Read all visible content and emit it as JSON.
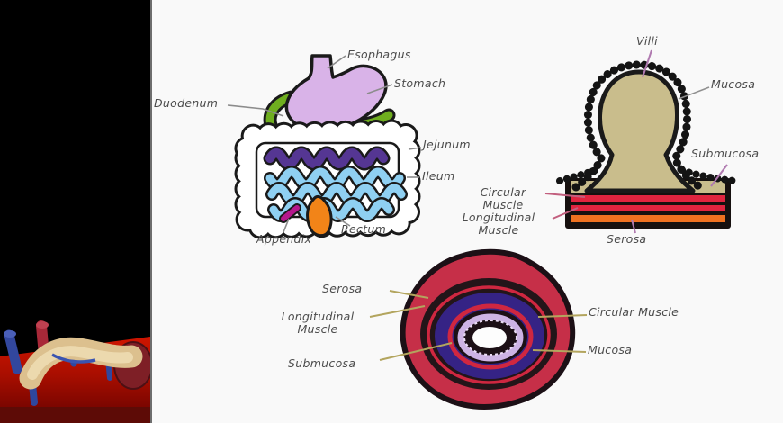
{
  "slide": {
    "background_color": "#f9f9f9",
    "gi_tract": {
      "labels": {
        "esophagus": "Esophagus",
        "stomach": "Stomach",
        "duodenum": "Duodenum",
        "jejunum": "Jejunum",
        "ileum": "Ileum",
        "appendix": "Appendix",
        "rectum": "Rectum"
      },
      "colors": {
        "stomach": "#d9b3e8",
        "duodenum": "#6fae1f",
        "jejunum": "#553693",
        "ileum": "#8fd0f2",
        "appendix": "#b5178c",
        "rectum": "#f28418",
        "colon_outline": "#1a1a1a"
      }
    },
    "villus": {
      "labels": {
        "villi": "Villi",
        "mucosa": "Mucosa",
        "submucosa": "Submucosa",
        "circular_muscle": "Circular Muscle",
        "longitudinal_muscle": "Longitudinal Muscle",
        "serosa": "Serosa"
      },
      "colors": {
        "tissue": "#c9bd8c",
        "muscle_stripe": "#e0243f",
        "serosa_stripe": "#ef7120"
      }
    },
    "cross_section": {
      "labels": {
        "serosa": "Serosa",
        "longitudinal_muscle": "Longitudinal Muscle",
        "submucosa": "Submucosa",
        "circular_muscle": "Circular Muscle",
        "mucosa": "Mucosa"
      },
      "colors": {
        "outer_serosa": "#c62f48",
        "circular_muscle_ring": "#352385",
        "mucosa_ring": "#cdb3e4"
      }
    }
  },
  "video_panel": {
    "colors": {
      "background": "#000000",
      "floor": "#b51200",
      "model_organ": "#ddc18e"
    }
  }
}
